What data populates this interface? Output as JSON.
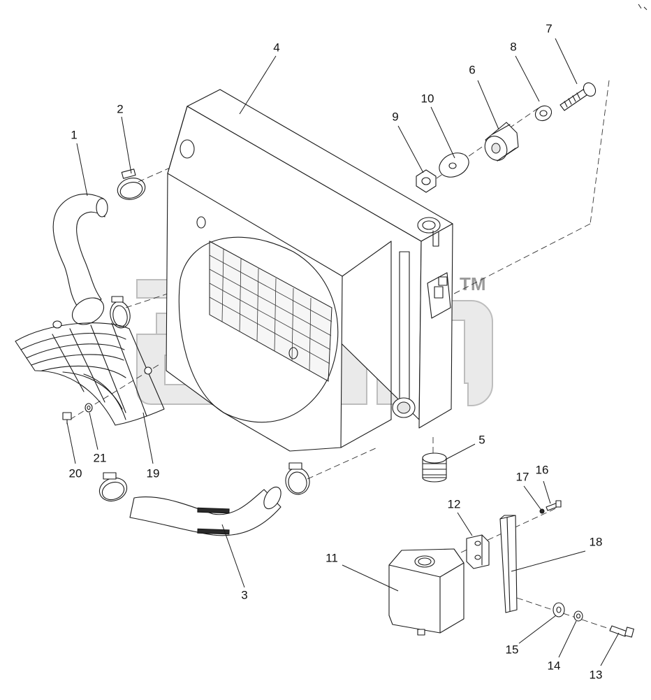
{
  "callouts": {
    "c1": "1",
    "c2": "2",
    "c3": "3",
    "c4": "4",
    "c5": "5",
    "c6": "6",
    "c7": "7",
    "c8": "8",
    "c9": "9",
    "c10": "10",
    "c11": "11",
    "c12": "12",
    "c13": "13",
    "c14": "14",
    "c15": "15",
    "c16": "16",
    "c17": "17",
    "c18": "18",
    "c19": "19",
    "c20": "20",
    "c21": "21"
  },
  "watermark": {
    "trademark": "TM"
  }
}
